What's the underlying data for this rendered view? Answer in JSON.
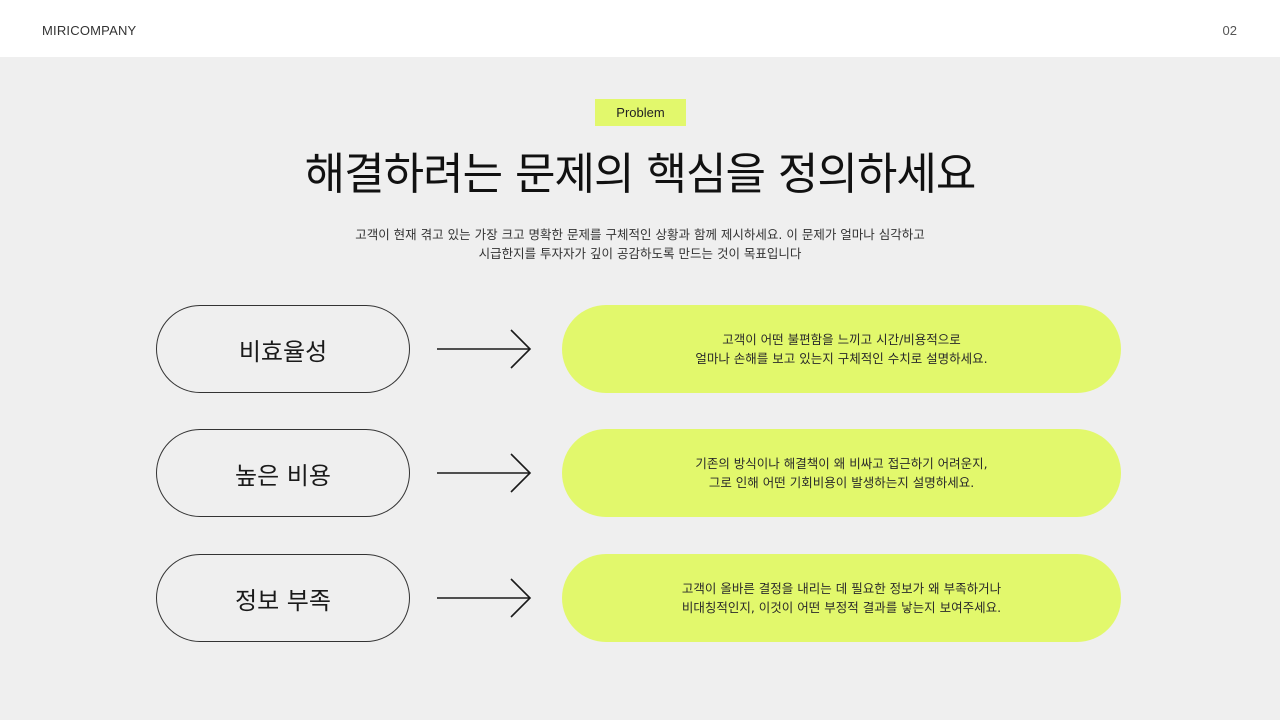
{
  "header": {
    "brand": "MIRICOMPANY",
    "page_number": "02"
  },
  "badge": {
    "label": "Problem"
  },
  "title": "해결하려는 문제의 핵심을 정의하세요",
  "subtitle": {
    "line1": "고객이 현재 겪고 있는 가장 크고 명확한 문제를 구체적인 상황과 함께 제시하세요. 이 문제가 얼마나 심각하고",
    "line2": "시급한지를 투자자가 깊이 공감하도록 만드는 것이 목표입니다"
  },
  "colors": {
    "accent": "#e2f86c",
    "background": "#efefef",
    "header_bg": "#ffffff"
  },
  "rows": [
    {
      "label": "비효율성",
      "icon": "arrow-right-icon",
      "description": {
        "line1": "고객이 어떤 불편함을 느끼고 시간/비용적으로",
        "line2": "얼마나 손해를 보고 있는지 구체적인 수치로 설명하세요."
      }
    },
    {
      "label": "높은 비용",
      "icon": "arrow-right-icon",
      "description": {
        "line1": "기존의 방식이나 해결책이 왜 비싸고 접근하기 어려운지,",
        "line2": "그로 인해 어떤 기회비용이 발생하는지 설명하세요."
      }
    },
    {
      "label": "정보 부족",
      "icon": "arrow-right-icon",
      "description": {
        "line1": "고객이 올바른 결정을 내리는 데 필요한 정보가 왜 부족하거나",
        "line2": "비대칭적인지, 이것이 어떤 부정적 결과를 낳는지 보여주세요."
      }
    }
  ]
}
